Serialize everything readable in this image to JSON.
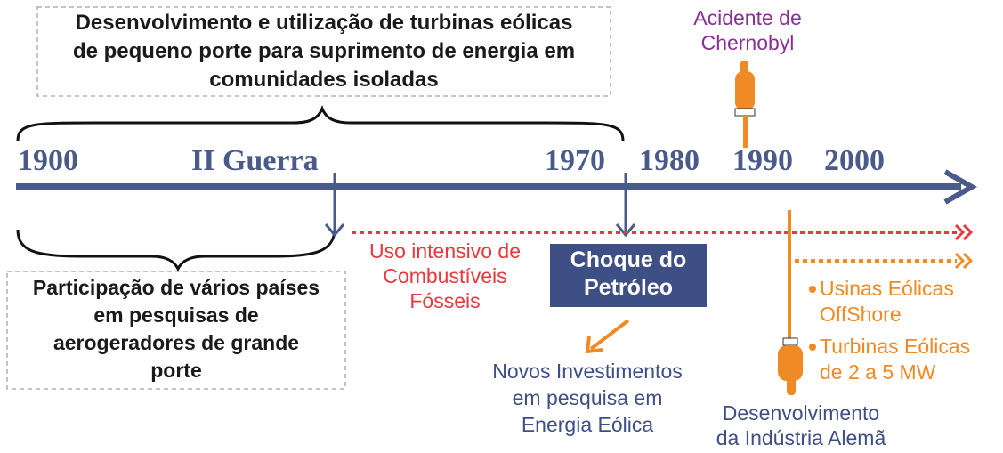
{
  "top_box": {
    "line1": "Desenvolvimento e utilização de turbinas eólicas",
    "line2": "de pequeno porte para suprimento de energia em",
    "line3": "comunidades isoladas"
  },
  "bottom_box": {
    "line1": "Participação de vários países",
    "line2": "em pesquisas de",
    "line3": "aerogeradores de grande",
    "line4": "porte"
  },
  "timeline": {
    "years": [
      "1900",
      "II Guerra",
      "1970",
      "1980",
      "1990",
      "2000"
    ]
  },
  "chernobyl": {
    "line1": "Acidente de",
    "line2": "Chernobyl"
  },
  "fossil": {
    "line1": "Uso intensivo de",
    "line2": "Combustíveis",
    "line3": "Fósseis"
  },
  "oil_shock": {
    "line1": "Choque do",
    "line2": "Petróleo"
  },
  "investments": {
    "line1": "Novos Investimentos",
    "line2": "em pesquisa em",
    "line3": "Energia Eólica"
  },
  "german": {
    "line1": "Desenvolvimento",
    "line2": "da Indústria Alemã"
  },
  "offshore": {
    "line1": "Usinas Eólicas",
    "line2": "OffShore"
  },
  "turbines": {
    "line1": "Turbinas Eólicas",
    "line2": "de 2 a 5 MW"
  },
  "colors": {
    "axis": "#4a5a8a",
    "purple": "#8b2f97",
    "red": "#e8383d",
    "orange": "#f08a24",
    "navy_box": "#3e4f86"
  }
}
